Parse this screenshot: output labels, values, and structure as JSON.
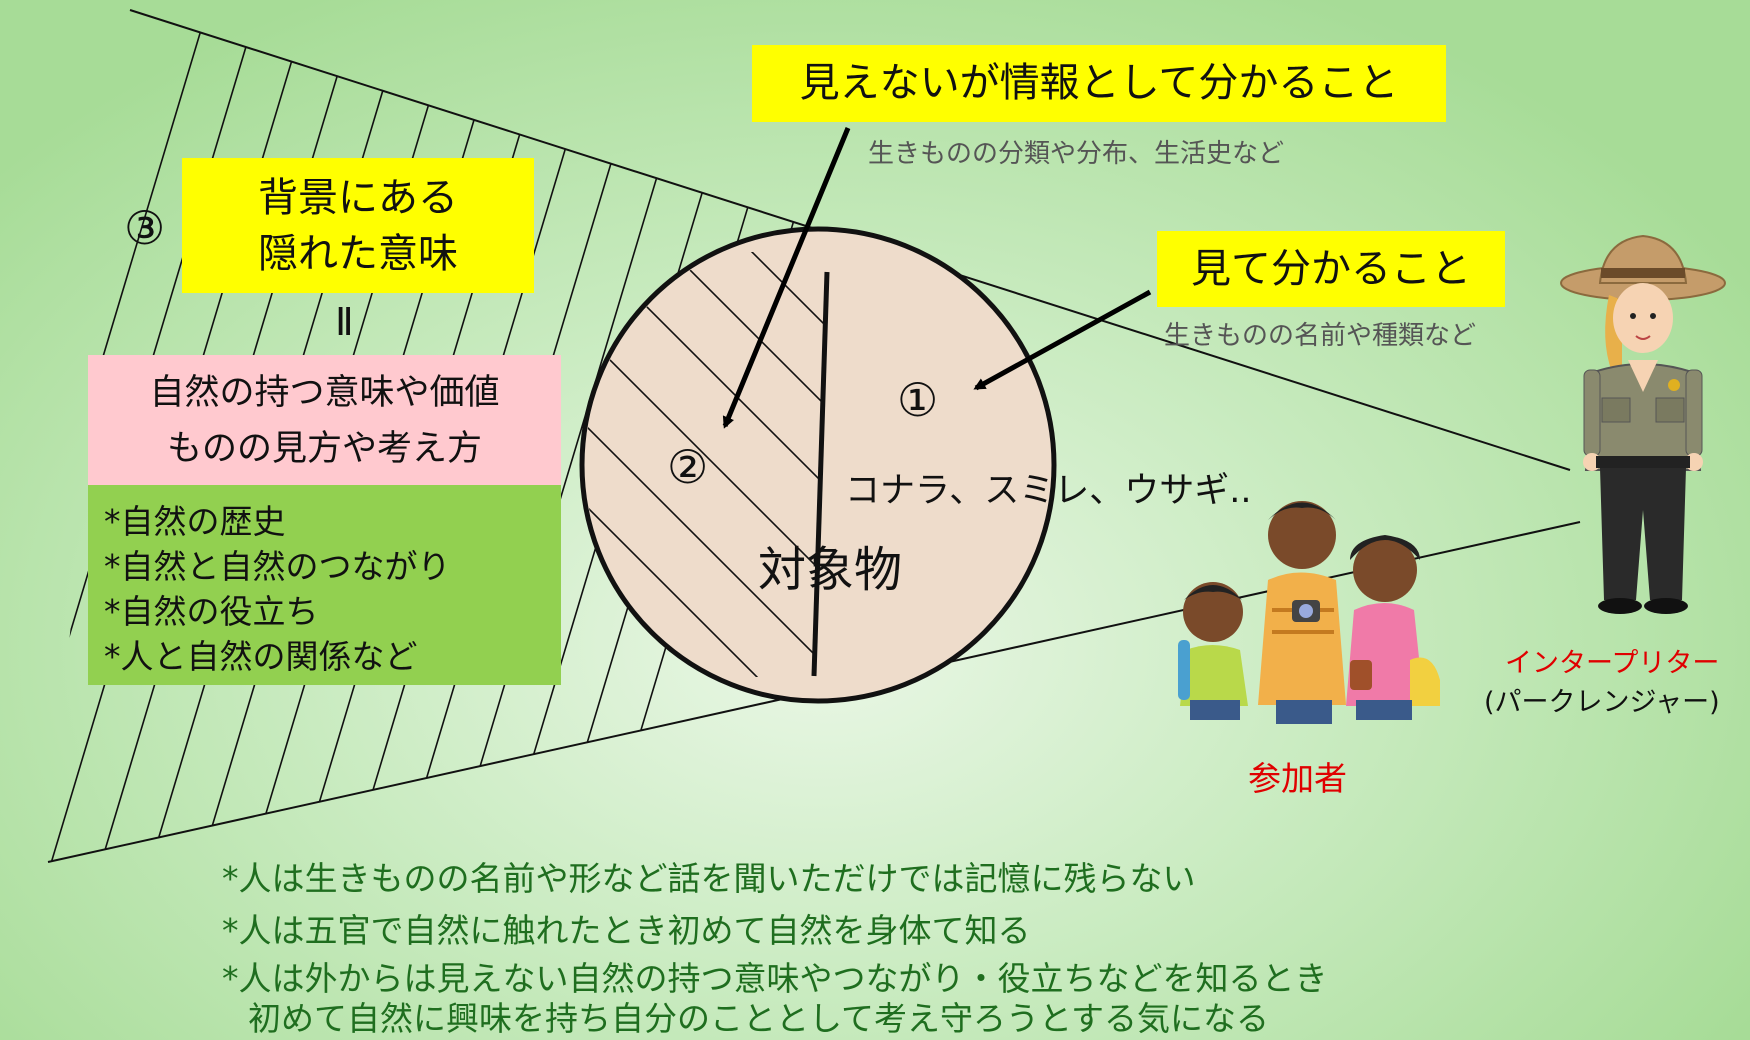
{
  "center": {
    "label": "対象物",
    "section1_number": "①",
    "section2_number": "②",
    "examples": "コナラ、スミレ、ウサギ.."
  },
  "visible": {
    "title": "見て分かること",
    "subtitle": "生きものの名前や種類など"
  },
  "information": {
    "title": "見えないが情報として分かること",
    "subtitle": "生きものの分類や分布、生活史など"
  },
  "hidden": {
    "number": "③",
    "title_line1": "背景にある",
    "title_line2": "隠れた意味",
    "equals": "Ⅱ",
    "pink_line1": "自然の持つ意味や価値",
    "pink_line2": "ものの見方や考え方",
    "items": [
      "*自然の歴史",
      "*自然と自然のつながり",
      "*自然の役立ち",
      "*人と自然の関係など"
    ]
  },
  "people": {
    "interpreter_label": "インタープリター",
    "interpreter_sublabel": "(パークレンジャー)",
    "participants_label": "参加者"
  },
  "notes": [
    "*人は生きものの名前や形など話を聞いただけでは記憶に残らない",
    "*人は五官で自然に触れたとき初めて自然を身体て知る",
    "*人は外からは見えない自然の持つ意味やつながり・役立ちなどを知るとき",
    "初めて自然に興味を持ち自分のこととして考え守ろうとする気になる"
  ],
  "colors": {
    "highlight_yellow": "#ffff00",
    "pink_box": "#ffc9cf",
    "green_box": "#92d050",
    "circle_fill": "#eedccb",
    "label_red": "#e00000",
    "notes_green": "#1f6e1f"
  }
}
